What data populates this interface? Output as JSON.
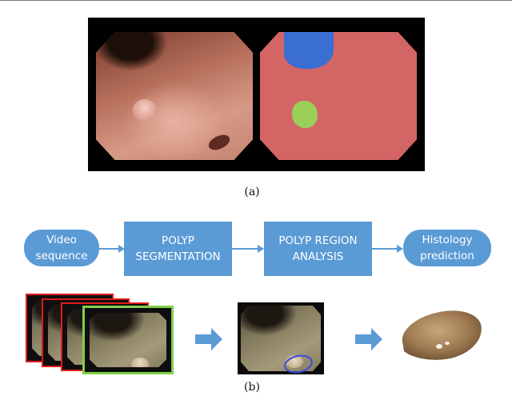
{
  "figure": {
    "caption_a": "(a)",
    "caption_b": "(b)"
  },
  "flow": {
    "step1": "Video\nsequence",
    "step2": "POLYP\nSEGMENTATION",
    "step3": "POLYP REGION\nANALYSIS",
    "step4": "Histology\nprediction"
  },
  "colors": {
    "flow_blue": "#5b9bd5",
    "segmentation_background": "#d36565",
    "segmentation_lumen": "#3b6ed1",
    "segmentation_polyp": "#9ad05a",
    "frame_border": "#e01b1b",
    "selected_frame_border": "#7ed04a",
    "polyp_outline": "#3a4ee0"
  }
}
